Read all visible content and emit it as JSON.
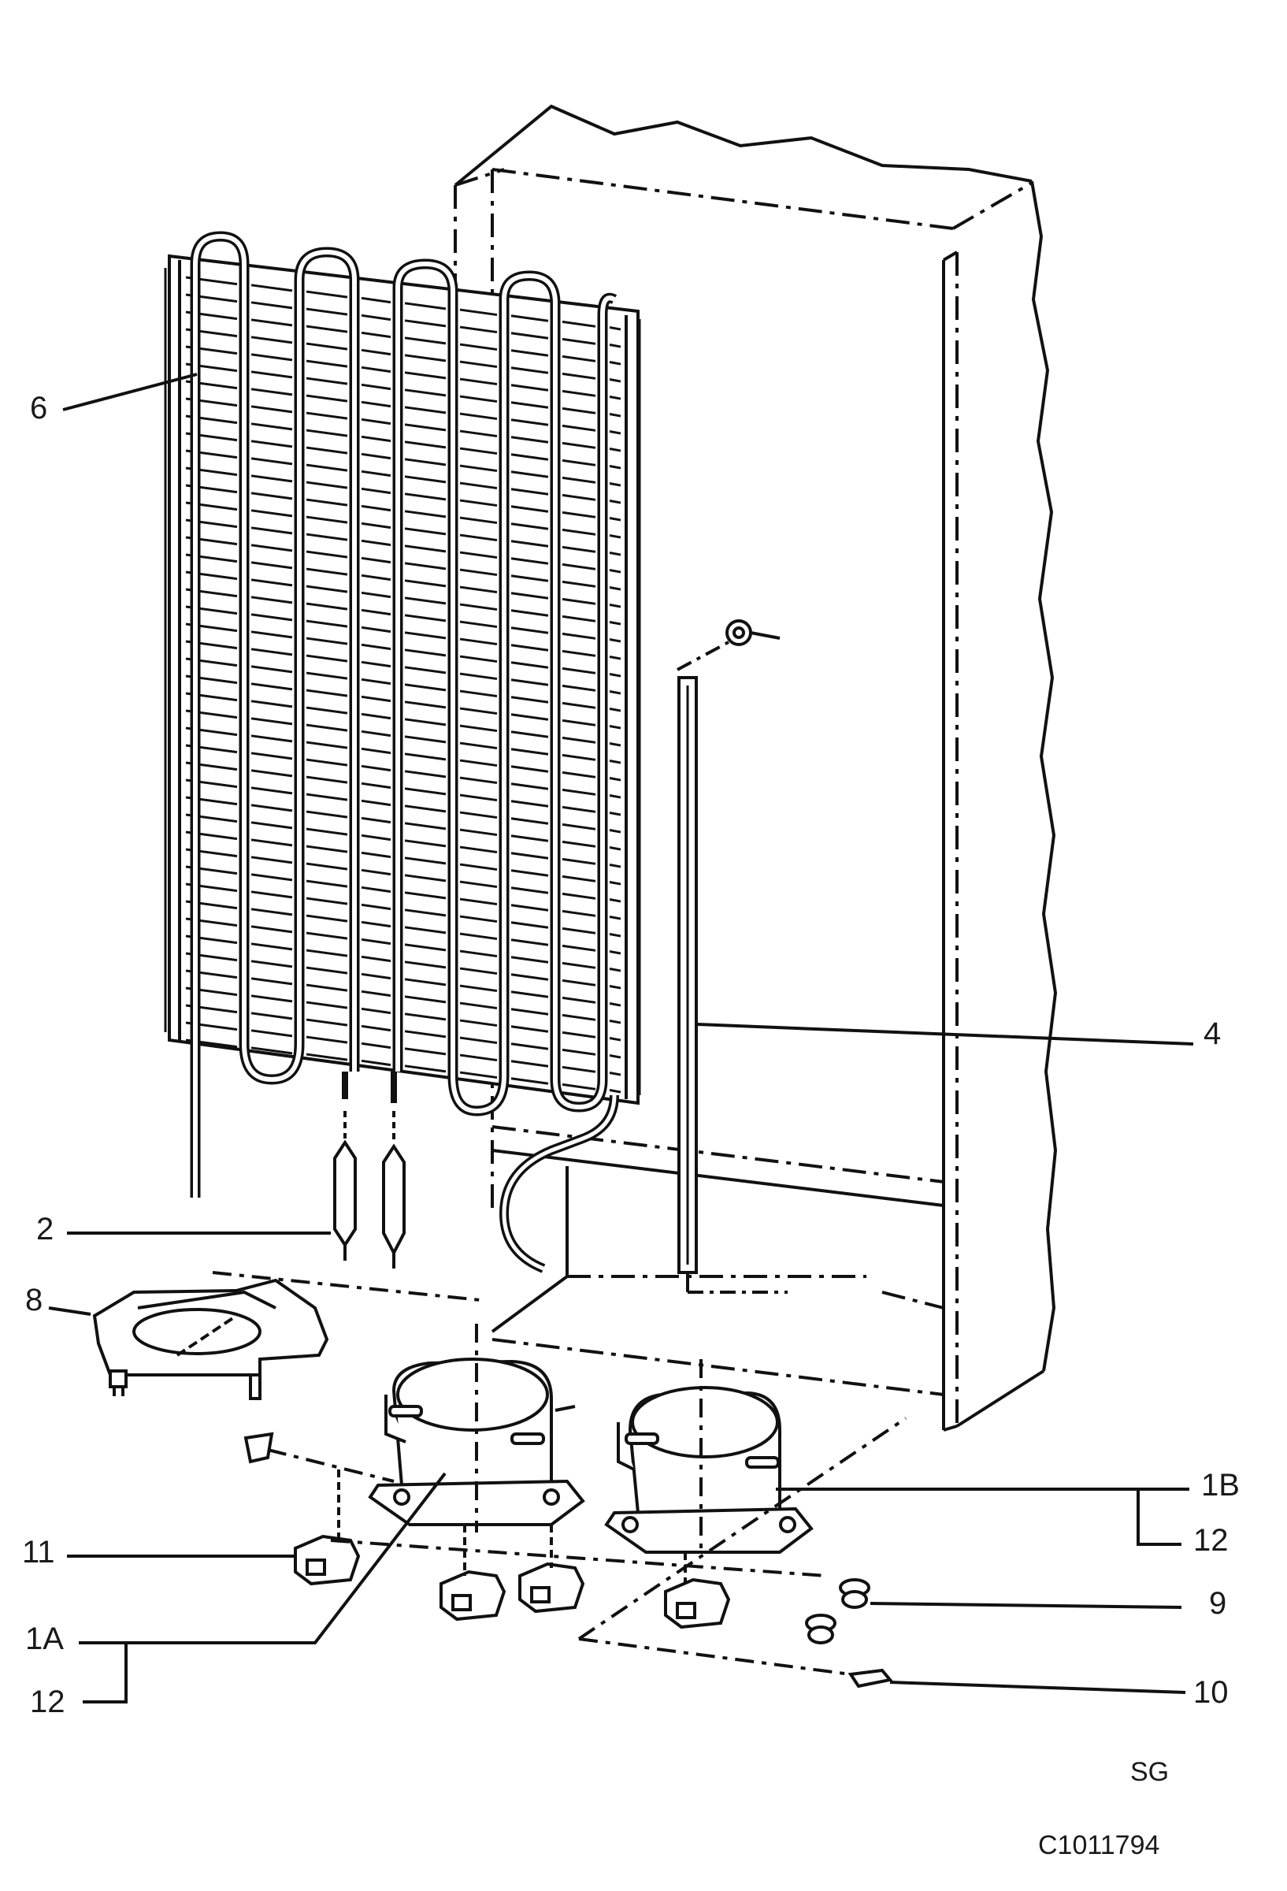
{
  "diagram": {
    "callouts": {
      "c6": "6",
      "c4": "4",
      "c2": "2",
      "c8": "8",
      "c1B": "1B",
      "c12_right": "12",
      "c11": "11",
      "c9": "9",
      "c1A": "1A",
      "c12_left": "12",
      "c10": "10"
    },
    "footer": {
      "code": "SG",
      "document_number": "C1011794"
    }
  }
}
